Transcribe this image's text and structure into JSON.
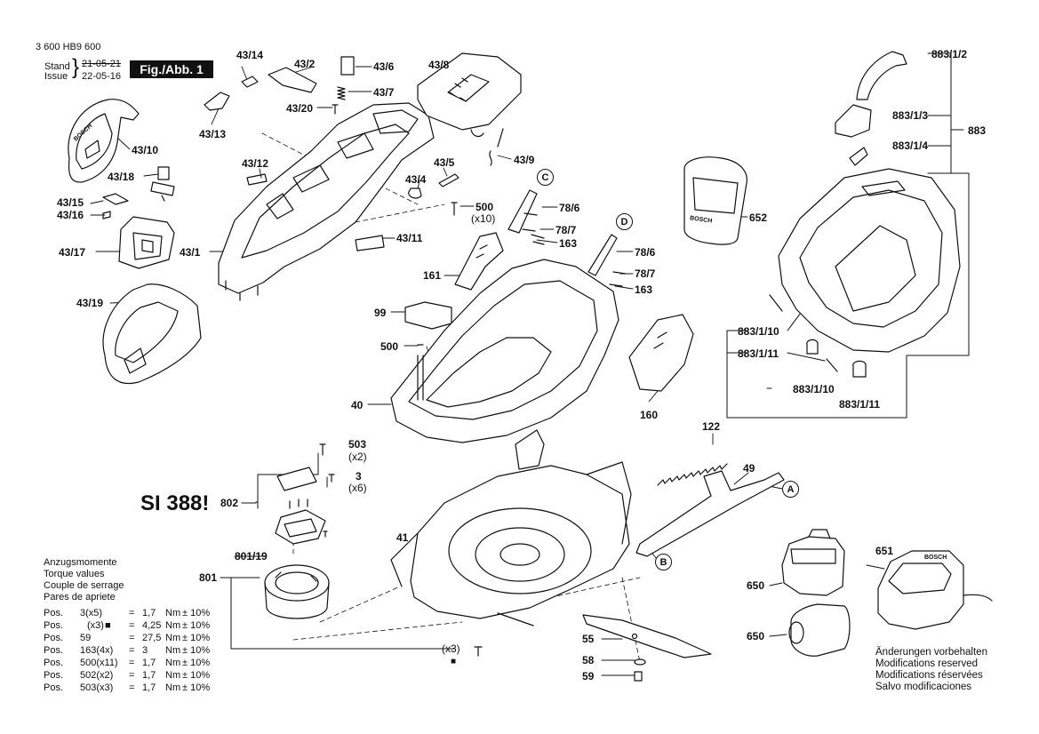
{
  "header": {
    "doc_number": "3 600 HB9 600",
    "stand_label": "Stand",
    "issue_label": "Issue",
    "date_old": "21-05-21",
    "date_new": "22-05-16",
    "figure_label": "Fig./Abb. 1"
  },
  "service_info": "SI 388!",
  "callouts": {
    "c43_14": "43/14",
    "c43_2": "43/2",
    "c43_6": "43/6",
    "c43_8": "43/8",
    "c43_7": "43/7",
    "c43_20": "43/20",
    "c43_13": "43/13",
    "c43_10": "43/10",
    "c43_18": "43/18",
    "c43_15": "43/15",
    "c43_16": "43/16",
    "c43_17": "43/17",
    "c43_19": "43/19",
    "c43_12": "43/12",
    "c43_9": "43/9",
    "c43_5": "43/5",
    "c43_4": "43/4",
    "c43_1": "43/1",
    "c43_11": "43/11",
    "c500a": "500",
    "c500a_qty": "(x10)",
    "c78_6a": "78/6",
    "c78_7a": "78/7",
    "c163a": "163",
    "c78_6b": "78/6",
    "c78_7b": "78/7",
    "c163b": "163",
    "c161": "161",
    "c99": "99",
    "c500b": "500",
    "c40": "40",
    "c160": "160",
    "c652": "652",
    "c883_1_2": "883/1/2",
    "c883_1_3": "883/1/3",
    "c883": "883",
    "c883_1_4": "883/1/4",
    "c883_1_10a": "883/1/10",
    "c883_1_11a": "883/1/11",
    "c883_1_10b": "883/1/10",
    "c883_1_11b": "883/1/11",
    "c122": "122",
    "c49": "49",
    "c503": "503",
    "c503_qty": "(x2)",
    "c3": "3",
    "c3_qty": "(x6)",
    "c802": "802",
    "c41": "41",
    "c801_19": "801/19",
    "c801": "801",
    "cx3": "(x3)",
    "c55": "55",
    "c58": "58",
    "c59": "59",
    "c651": "651",
    "c650a": "650",
    "c650b": "650",
    "circle_a": "A",
    "circle_b": "B",
    "circle_c": "C",
    "circle_d": "D"
  },
  "torque": {
    "title_lines": [
      "Anzugsmomente",
      "Torque values",
      "Couple de serrage",
      "Pares de apriete"
    ],
    "rows": [
      {
        "pos": "Pos.",
        "item": "3(x5)",
        "marker": "",
        "eq": "=",
        "value": "1,7",
        "unit": "Nm",
        "tol": "± 10%"
      },
      {
        "pos": "Pos.",
        "item": "(x3)",
        "marker": "■",
        "eq": "=",
        "value": "4,25",
        "unit": "Nm",
        "tol": "± 10%"
      },
      {
        "pos": "Pos.",
        "item": "59",
        "marker": "",
        "eq": "=",
        "value": "27,5",
        "unit": "Nm",
        "tol": "± 10%"
      },
      {
        "pos": "Pos.",
        "item": "163(4x)",
        "marker": "",
        "eq": "=",
        "value": "3",
        "unit": "Nm",
        "tol": "± 10%"
      },
      {
        "pos": "Pos.",
        "item": "500(x11)",
        "marker": "",
        "eq": "=",
        "value": "1,7",
        "unit": "Nm",
        "tol": "± 10%"
      },
      {
        "pos": "Pos.",
        "item": "502(x2)",
        "marker": "",
        "eq": "=",
        "value": "1,7",
        "unit": "Nm",
        "tol": "± 10%"
      },
      {
        "pos": "Pos.",
        "item": "503(x3)",
        "marker": "",
        "eq": "=",
        "value": "1,7",
        "unit": "Nm",
        "tol": "± 10%"
      }
    ]
  },
  "notes": [
    "Änderungen vorbehalten",
    "Modifications reserved",
    "Modifications réservées",
    "Salvo modificaciones"
  ],
  "bosch_mark": "BOSCH"
}
